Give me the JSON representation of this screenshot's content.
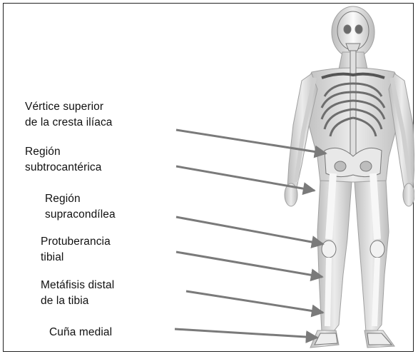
{
  "labels": [
    {
      "id": "vertice",
      "lines": [
        "Vértice superior",
        "de la cresta ilíaca"
      ]
    },
    {
      "id": "subtrocanterica",
      "lines": [
        "Región",
        "subtrocantérica"
      ]
    },
    {
      "id": "supracondilea",
      "lines": [
        "Región",
        "supracondílea"
      ]
    },
    {
      "id": "protuberancia",
      "lines": [
        "Protuberancia",
        "tibial"
      ]
    },
    {
      "id": "metafisis",
      "lines": [
        "Metáfisis distal",
        "de la tibia"
      ]
    },
    {
      "id": "cuna",
      "lines": [
        "Cuña medial"
      ]
    }
  ],
  "colors": {
    "arrow": "#7a7a7a",
    "bone": "#f4f4f4",
    "skin": "#d8d8d8",
    "outline": "#9a9a9a"
  },
  "icons": [
    "human-body-skeleton-figure",
    "pointer-arrow"
  ]
}
